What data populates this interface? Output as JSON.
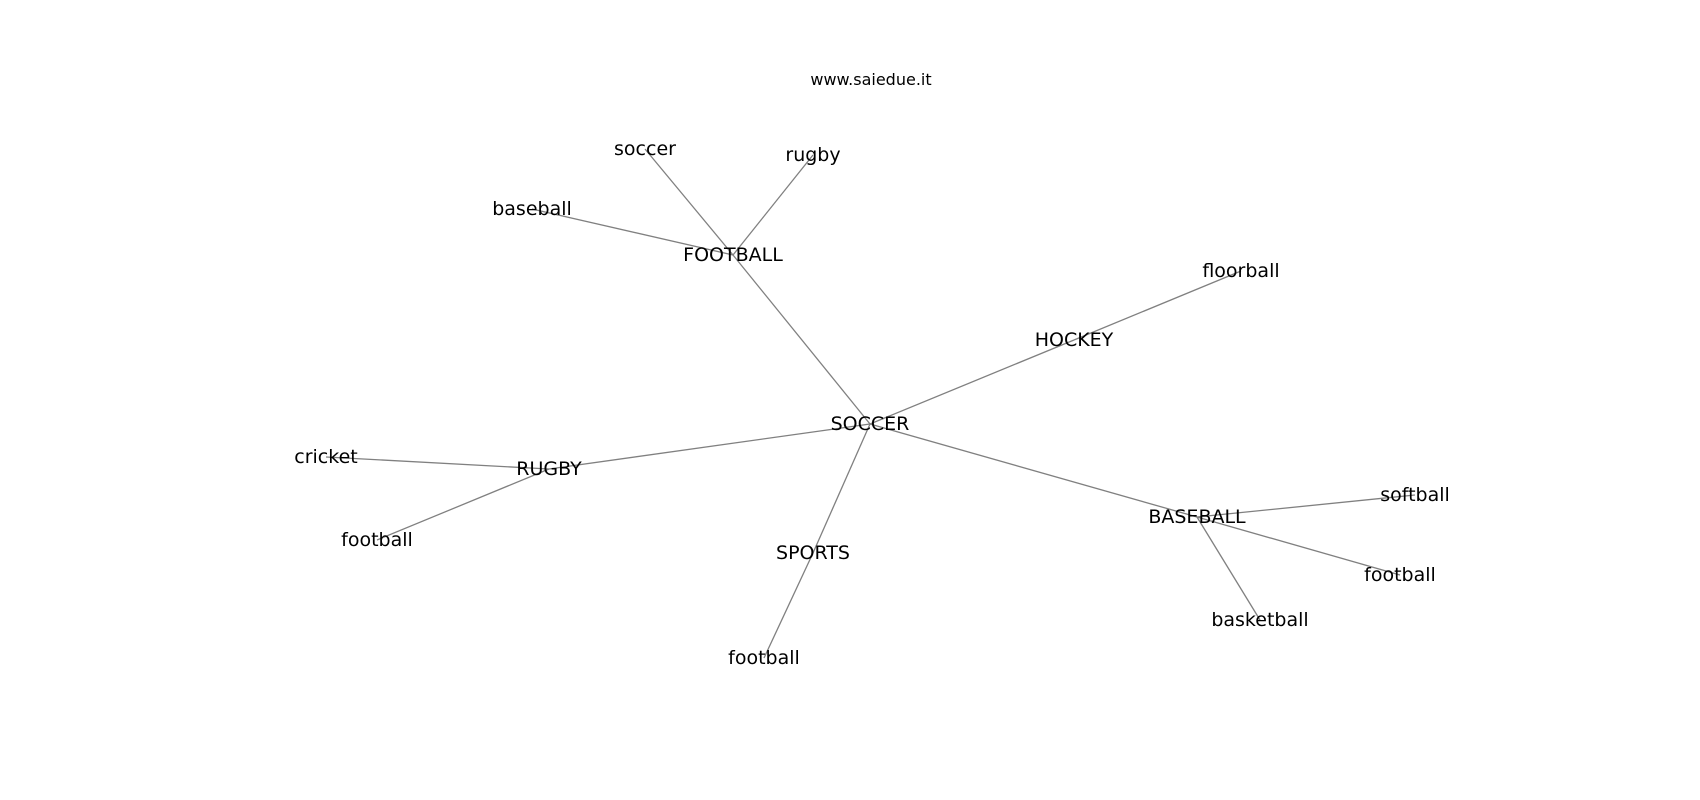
{
  "credit": "www.saiedue.it",
  "colors": {
    "edge": "#808080",
    "text": "#000000",
    "background": "#ffffff"
  },
  "graph": {
    "type": "tree",
    "nodes": [
      {
        "id": "soccer_hub",
        "label": "SOCCER"
      },
      {
        "id": "football_hub",
        "label": "FOOTBALL"
      },
      {
        "id": "hockey_hub",
        "label": "HOCKEY"
      },
      {
        "id": "rugby_hub",
        "label": "RUGBY"
      },
      {
        "id": "sports_hub",
        "label": "SPORTS"
      },
      {
        "id": "baseball_hub",
        "label": "BASEBALL"
      },
      {
        "id": "fb_soccer",
        "label": "soccer"
      },
      {
        "id": "fb_rugby",
        "label": "rugby"
      },
      {
        "id": "fb_baseball",
        "label": "baseball"
      },
      {
        "id": "hk_floorball",
        "label": "floorball"
      },
      {
        "id": "rg_cricket",
        "label": "cricket"
      },
      {
        "id": "rg_football",
        "label": "football"
      },
      {
        "id": "sp_football",
        "label": "football"
      },
      {
        "id": "bb_softball",
        "label": "softball"
      },
      {
        "id": "bb_football",
        "label": "football"
      },
      {
        "id": "bb_basketball",
        "label": "basketball"
      }
    ],
    "edges": [
      [
        "soccer_hub",
        "football_hub"
      ],
      [
        "soccer_hub",
        "hockey_hub"
      ],
      [
        "soccer_hub",
        "rugby_hub"
      ],
      [
        "soccer_hub",
        "sports_hub"
      ],
      [
        "soccer_hub",
        "baseball_hub"
      ],
      [
        "football_hub",
        "fb_soccer"
      ],
      [
        "football_hub",
        "fb_rugby"
      ],
      [
        "football_hub",
        "fb_baseball"
      ],
      [
        "hockey_hub",
        "hk_floorball"
      ],
      [
        "rugby_hub",
        "rg_cricket"
      ],
      [
        "rugby_hub",
        "rg_football"
      ],
      [
        "sports_hub",
        "sp_football"
      ],
      [
        "baseball_hub",
        "bb_softball"
      ],
      [
        "baseball_hub",
        "bb_football"
      ],
      [
        "baseball_hub",
        "bb_basketball"
      ]
    ]
  }
}
